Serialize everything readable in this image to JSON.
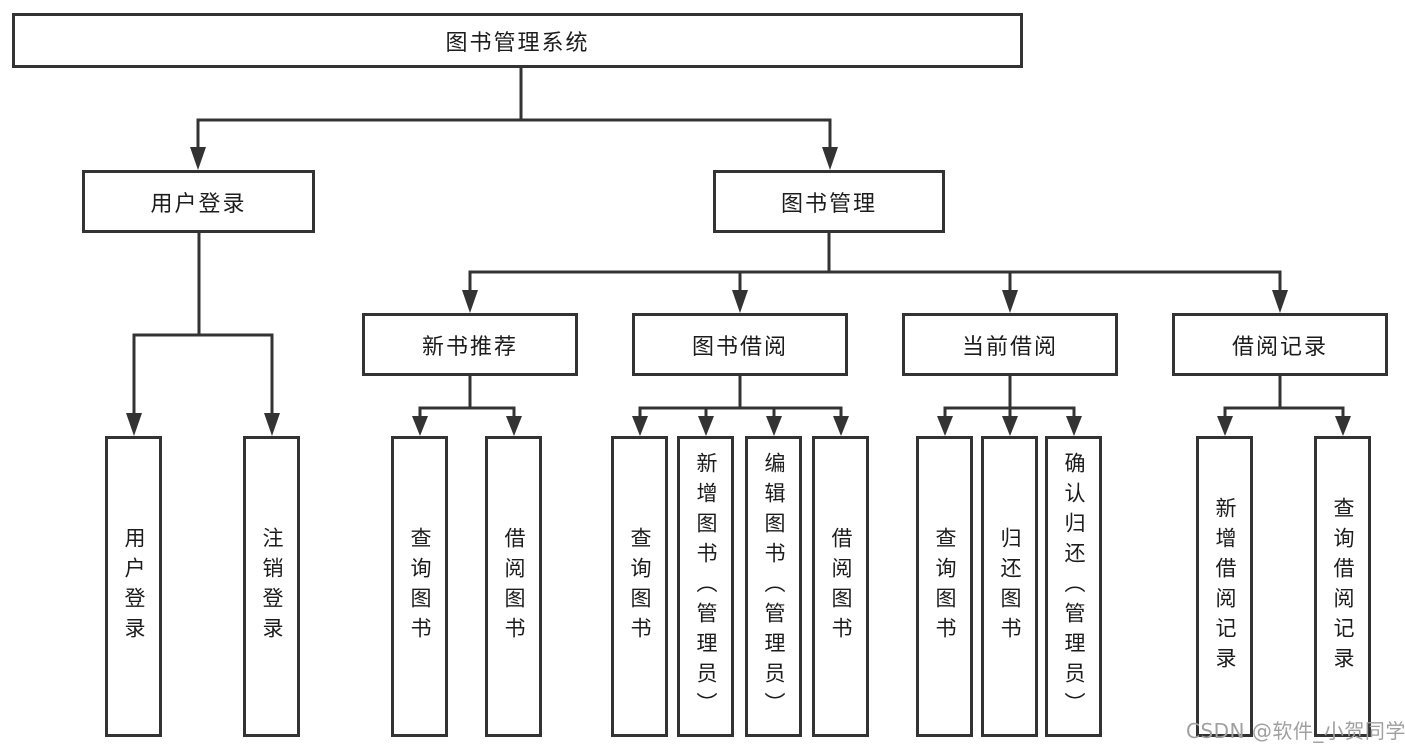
{
  "colors": {
    "line": "#333333",
    "node_border": "#333333",
    "node_background": "#ffffff",
    "text": "#1c1c1c",
    "watermark_text": "#a0a0a0",
    "background": "#ffffff"
  },
  "diagram": {
    "type": "tree",
    "root": {
      "label": "图书管理系统"
    },
    "level2": [
      {
        "label": "用户登录"
      },
      {
        "label": "图书管理"
      }
    ],
    "level3": [
      {
        "label": "新书推荐",
        "parent": "图书管理"
      },
      {
        "label": "图书借阅",
        "parent": "图书管理"
      },
      {
        "label": "当前借阅",
        "parent": "图书管理"
      },
      {
        "label": "借阅记录",
        "parent": "图书管理"
      }
    ],
    "leaves": [
      {
        "label": "用户登录",
        "parent": "用户登录"
      },
      {
        "label": "注销登录",
        "parent": "用户登录"
      },
      {
        "label": "查询图书",
        "parent": "新书推荐"
      },
      {
        "label": "借阅图书",
        "parent": "新书推荐"
      },
      {
        "label": "查询图书",
        "parent": "图书借阅"
      },
      {
        "label": "新增图书（管理员）",
        "parent": "图书借阅"
      },
      {
        "label": "编辑图书（管理员）",
        "parent": "图书借阅"
      },
      {
        "label": "借阅图书",
        "parent": "图书借阅"
      },
      {
        "label": "查询图书",
        "parent": "当前借阅"
      },
      {
        "label": "归还图书",
        "parent": "当前借阅"
      },
      {
        "label": "确认归还（管理员）",
        "parent": "当前借阅"
      },
      {
        "label": "新增借阅记录",
        "parent": "借阅记录"
      },
      {
        "label": "查询借阅记录",
        "parent": "借阅记录"
      }
    ]
  },
  "watermark": {
    "text": "CSDN @软件_小贺同学"
  }
}
